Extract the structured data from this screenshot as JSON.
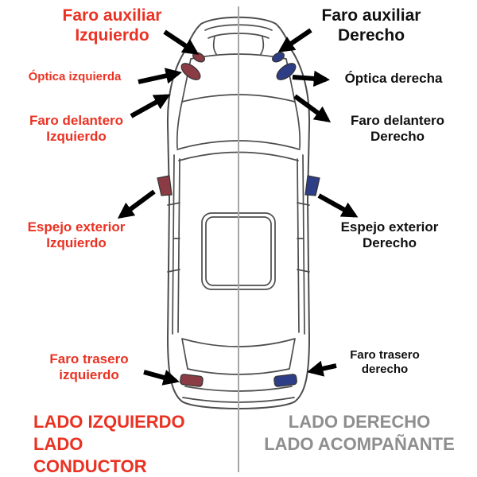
{
  "diagram_title": "car exterior lights and mirrors, left vs right side (top view)",
  "left": {
    "aux": "Faro auxiliar\nIzquierdo",
    "optica": "Óptica izquierda",
    "delantero": "Faro delantero\nIzquierdo",
    "espejo": "Espejo exterior\nIzquierdo",
    "trasero": "Faro trasero\nizquierdo",
    "footer": "LADO IZQUIERDO\nLADO CONDUCTOR"
  },
  "right": {
    "aux": "Faro auxiliar\nDerecho",
    "optica": "Óptica derecha",
    "delantero": "Faro delantero\nDerecho",
    "espejo": "Espejo exterior\nDerecho",
    "trasero": "Faro trasero\nderecho",
    "footer": "LADO DERECHO\nLADO ACOMPAÑANTE"
  },
  "icons": {
    "arrow-icon": "➤ thick black pointer arrow",
    "car-top-view": "line-art sedan seen from above, front at top"
  },
  "colors": {
    "left_accent": "#ea3223",
    "right_text": "#101010",
    "right_footer": "#8e8e8e",
    "left_part": "#8a3b44",
    "right_part": "#2e3e86",
    "arrow": "#000000",
    "car_line": "#4d4d4d",
    "divider": "#a6a6a6"
  }
}
